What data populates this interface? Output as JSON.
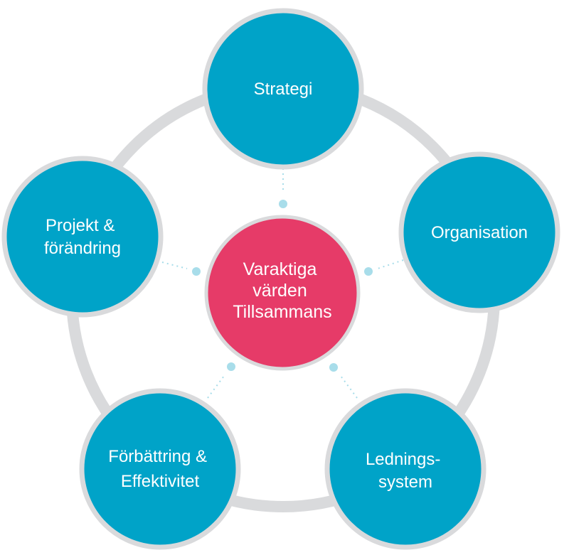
{
  "colors": {
    "node_fill": "#00a3c8",
    "center_fill": "#e63b68",
    "ring": "#d9dadc",
    "connector": "#a8ddea",
    "text": "#ffffff"
  },
  "center": {
    "lines": [
      "Varaktiga",
      "värden",
      "Tillsammans"
    ]
  },
  "nodes": [
    {
      "id": "strategi",
      "lines": [
        "Strategi"
      ]
    },
    {
      "id": "organisation",
      "lines": [
        "Organisation"
      ]
    },
    {
      "id": "ledningssystem",
      "lines": [
        "Lednings-",
        "system"
      ]
    },
    {
      "id": "forbattring",
      "lines": [
        "Förbättring &",
        "Effektivitet"
      ]
    },
    {
      "id": "projekt",
      "lines": [
        "Projekt &",
        "förändring"
      ]
    }
  ]
}
